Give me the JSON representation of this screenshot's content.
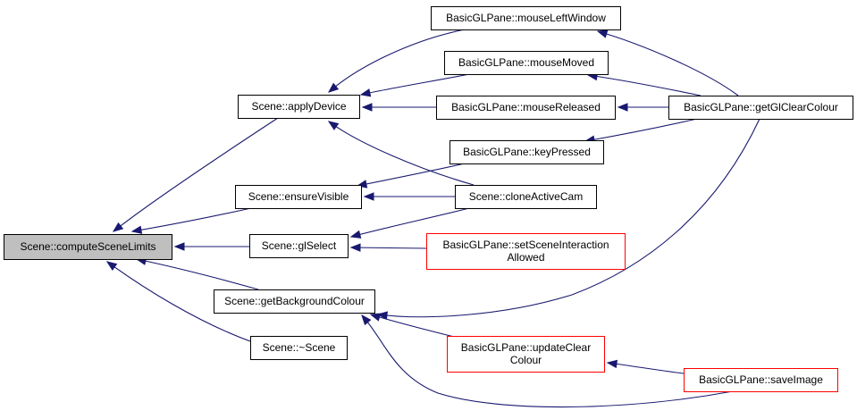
{
  "diagram": {
    "title": "Scene::computeSceneLimits caller graph",
    "colors": {
      "edge": "#191970",
      "root_fill": "#bfbfbf",
      "node_fill": "#ffffff",
      "node_border": "#000000",
      "undocumented_border": "#ff0000"
    },
    "nodes": [
      {
        "id": "computeSceneLimits",
        "lines": [
          "Scene::computeSceneLimits"
        ],
        "style": "root"
      },
      {
        "id": "applyDevice",
        "lines": [
          "Scene::applyDevice"
        ],
        "style": "normal"
      },
      {
        "id": "ensureVisible",
        "lines": [
          "Scene::ensureVisible"
        ],
        "style": "normal"
      },
      {
        "id": "glSelect",
        "lines": [
          "Scene::glSelect"
        ],
        "style": "normal"
      },
      {
        "id": "getBackgroundColour",
        "lines": [
          "Scene::getBackgroundColour"
        ],
        "style": "normal"
      },
      {
        "id": "dtor",
        "lines": [
          "Scene::~Scene"
        ],
        "style": "normal"
      },
      {
        "id": "mouseLeftWindow",
        "lines": [
          "BasicGLPane::mouseLeftWindow"
        ],
        "style": "normal"
      },
      {
        "id": "mouseMoved",
        "lines": [
          "BasicGLPane::mouseMoved"
        ],
        "style": "normal"
      },
      {
        "id": "mouseReleased",
        "lines": [
          "BasicGLPane::mouseReleased"
        ],
        "style": "normal"
      },
      {
        "id": "keyPressed",
        "lines": [
          "BasicGLPane::keyPressed"
        ],
        "style": "normal"
      },
      {
        "id": "cloneActiveCam",
        "lines": [
          "Scene::cloneActiveCam"
        ],
        "style": "normal"
      },
      {
        "id": "setSceneInteractionAllowed",
        "lines": [
          "BasicGLPane::setSceneInteraction",
          "Allowed"
        ],
        "style": "red"
      },
      {
        "id": "updateClearColour",
        "lines": [
          "BasicGLPane::updateClear",
          "Colour"
        ],
        "style": "red"
      },
      {
        "id": "getGlClearColour",
        "lines": [
          "BasicGLPane::getGlClearColour"
        ],
        "style": "normal"
      },
      {
        "id": "saveImage",
        "lines": [
          "BasicGLPane::saveImage"
        ],
        "style": "red"
      }
    ],
    "edges": [
      {
        "from": "applyDevice",
        "to": "computeSceneLimits"
      },
      {
        "from": "ensureVisible",
        "to": "computeSceneLimits"
      },
      {
        "from": "glSelect",
        "to": "computeSceneLimits"
      },
      {
        "from": "getBackgroundColour",
        "to": "computeSceneLimits"
      },
      {
        "from": "dtor",
        "to": "computeSceneLimits"
      },
      {
        "from": "mouseLeftWindow",
        "to": "applyDevice"
      },
      {
        "from": "mouseMoved",
        "to": "applyDevice"
      },
      {
        "from": "mouseReleased",
        "to": "applyDevice"
      },
      {
        "from": "cloneActiveCam",
        "to": "applyDevice"
      },
      {
        "from": "keyPressed",
        "to": "ensureVisible"
      },
      {
        "from": "cloneActiveCam",
        "to": "ensureVisible"
      },
      {
        "from": "cloneActiveCam",
        "to": "glSelect"
      },
      {
        "from": "setSceneInteractionAllowed",
        "to": "glSelect"
      },
      {
        "from": "getGlClearColour",
        "to": "getBackgroundColour"
      },
      {
        "from": "updateClearColour",
        "to": "getBackgroundColour"
      },
      {
        "from": "saveImage",
        "to": "getBackgroundColour"
      },
      {
        "from": "getGlClearColour",
        "to": "mouseLeftWindow"
      },
      {
        "from": "getGlClearColour",
        "to": "mouseMoved"
      },
      {
        "from": "getGlClearColour",
        "to": "mouseReleased"
      },
      {
        "from": "getGlClearColour",
        "to": "keyPressed"
      },
      {
        "from": "saveImage",
        "to": "updateClearColour"
      }
    ]
  }
}
